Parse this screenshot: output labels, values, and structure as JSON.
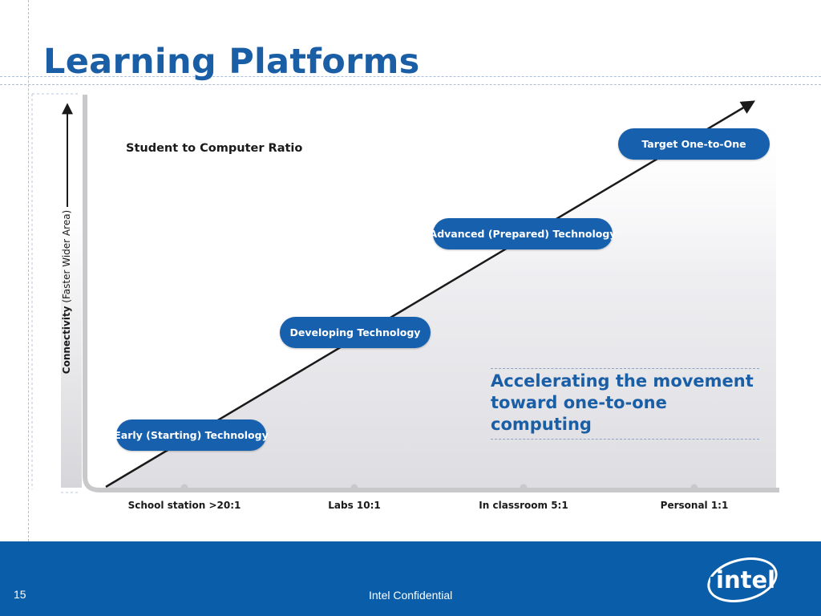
{
  "slide": {
    "title": "Learning Platforms",
    "page_number": "15",
    "footer_text": "Intel Confidential",
    "logo_text": "intel"
  },
  "diagram": {
    "ratio_label": "Student to Computer Ratio",
    "y_axis_label_bold": "Connectivity",
    "y_axis_label_rest": "(Faster Wider Area)",
    "x_categories": [
      "School station >20:1",
      "Labs 10:1",
      "In classroom 5:1",
      "Personal 1:1"
    ],
    "stages": [
      "Early (Starting) Technology",
      "Developing Technology",
      "Advanced (Prepared) Technology",
      "Target One-to-One"
    ],
    "tagline_line1": "Accelerating the movement",
    "tagline_line2": "toward one-to-one computing"
  },
  "colors": {
    "title_blue": "#1a5ea6",
    "pill_blue": "#1660ae",
    "footer_blue": "#0a5da8",
    "axis_gray": "#c9c9cc"
  }
}
